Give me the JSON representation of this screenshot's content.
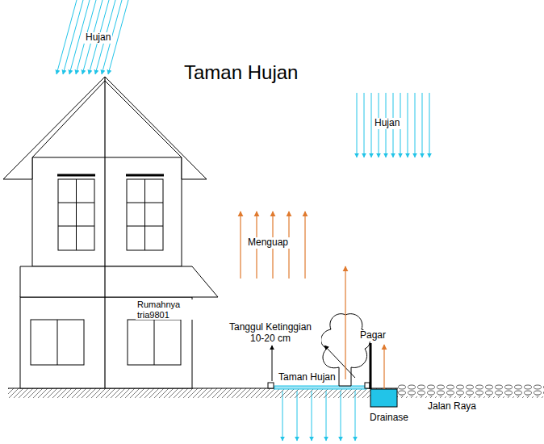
{
  "diagram": {
    "title": "Taman Hujan",
    "labels": [
      "Hujan",
      "Hujan",
      "Menguap",
      "Rumahnya tria9801",
      "Tanggul Ketinggian 10-20 cm",
      "Pagar",
      "Taman Hujan",
      "Drainase",
      "Jalan Raya"
    ]
  }
}
